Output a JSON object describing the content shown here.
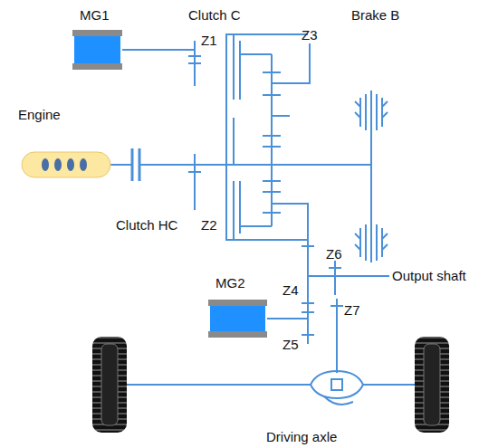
{
  "diagram": {
    "labels": [
      "MG1",
      "Clutch C",
      "Z1",
      "Z3",
      "Brake B",
      "Engine",
      "Clutch HC",
      "Z2",
      "Z6",
      "Output shaft",
      "Z4",
      "Z7",
      "MG2",
      "Z5",
      "Driving axle"
    ]
  }
}
